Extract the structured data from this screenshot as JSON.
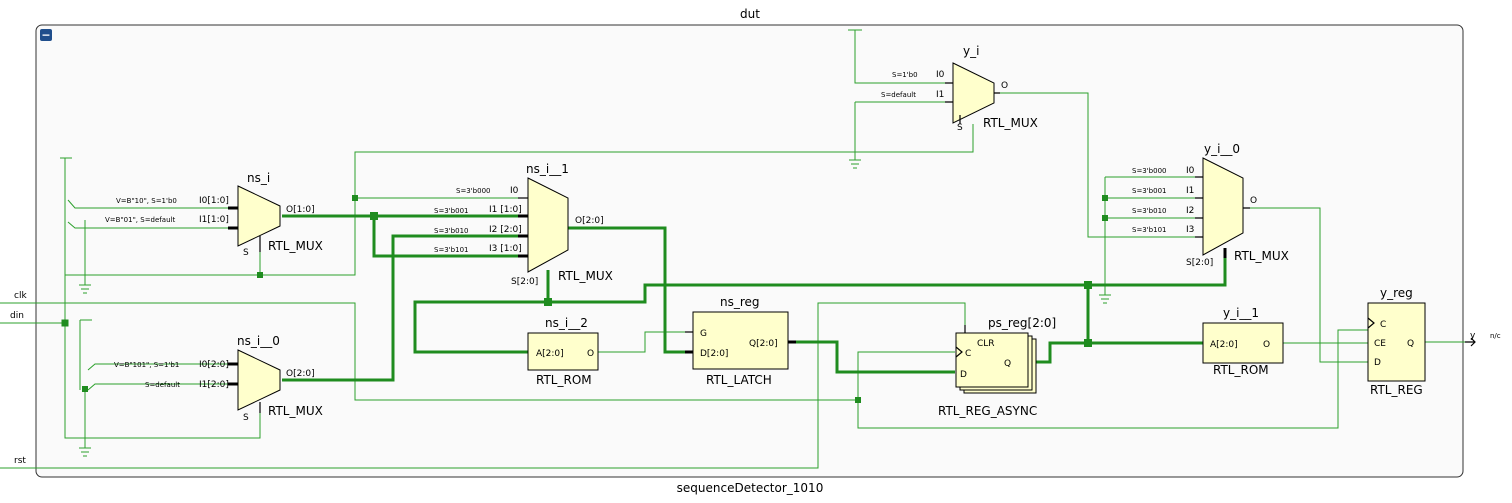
{
  "top_label": "dut",
  "bottom_label": "sequenceDetector_1010",
  "collapse_symbol": "−",
  "inputs": {
    "clk": "clk",
    "din": "din",
    "rst": "rst"
  },
  "output": {
    "name": "y",
    "nc": "n/c"
  },
  "y_i": {
    "name": "y_i",
    "type": "RTL_MUX",
    "i0_sel": "S=1'b0",
    "i1_sel": "S=default",
    "i0": "I0",
    "i1": "I1",
    "o": "O",
    "s": "S"
  },
  "ns_i": {
    "name": "ns_i",
    "type": "RTL_MUX",
    "i0_sel": "V=B\"10\", S=1'b0",
    "i1_sel": "V=B\"01\", S=default",
    "i0": "I0[1:0]",
    "i1": "I1[1:0]",
    "o": "O[1:0]",
    "s": "S"
  },
  "ns_i_0": {
    "name": "ns_i__0",
    "type": "RTL_MUX",
    "i0_sel": "V=B\"101\", S=1'b1",
    "i1_sel": "S=default",
    "i0": "I0[2:0]",
    "i1": "I1[2:0]",
    "o": "O[2:0]",
    "s": "S"
  },
  "ns_i_1": {
    "name": "ns_i__1",
    "type": "RTL_MUX",
    "sels": [
      "S=3'b000",
      "S=3'b001",
      "S=3'b010",
      "S=3'b101"
    ],
    "pins": [
      "I0",
      "I1 [1:0]",
      "I2 [2:0]",
      "I3 [1:0]"
    ],
    "o": "O[2:0]",
    "s": "S[2:0]"
  },
  "ns_i_2": {
    "name": "ns_i__2",
    "type": "RTL_ROM",
    "a": "A[2:0]",
    "o": "O"
  },
  "ns_reg": {
    "name": "ns_reg",
    "type": "RTL_LATCH",
    "g": "G",
    "d": "D[2:0]",
    "q": "Q[2:0]"
  },
  "ps_reg": {
    "name": "ps_reg[2:0]",
    "type": "RTL_REG_ASYNC",
    "clr": "CLR",
    "c": "C",
    "d": "D",
    "q": "Q"
  },
  "y_i_0": {
    "name": "y_i__0",
    "type": "RTL_MUX",
    "sels": [
      "S=3'b000",
      "S=3'b001",
      "S=3'b010",
      "S=3'b101"
    ],
    "pins": [
      "I0",
      "I1",
      "I2",
      "I3"
    ],
    "o": "O",
    "s": "S[2:0]"
  },
  "y_i_1": {
    "name": "y_i__1",
    "type": "RTL_ROM",
    "a": "A[2:0]",
    "o": "O"
  },
  "y_reg": {
    "name": "y_reg",
    "type": "RTL_REG",
    "c": "C",
    "ce": "CE",
    "d": "D",
    "q": "Q"
  }
}
